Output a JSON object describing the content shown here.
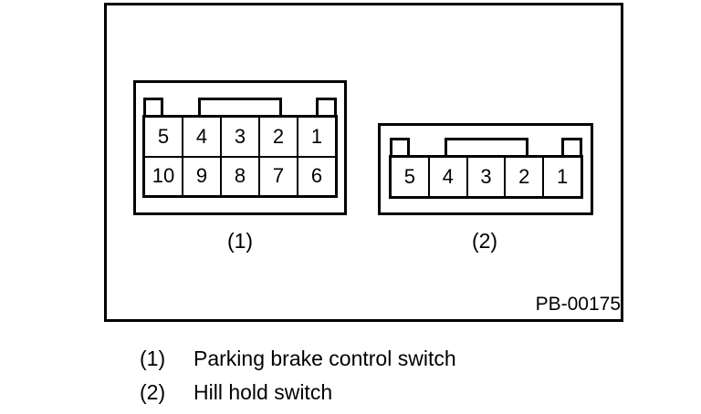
{
  "figure": {
    "code": "PB-00175",
    "connectors": [
      {
        "label": "(1)",
        "rows": [
          [
            "5",
            "4",
            "3",
            "2",
            "1"
          ],
          [
            "10",
            "9",
            "8",
            "7",
            "6"
          ]
        ]
      },
      {
        "label": "(2)",
        "rows": [
          [
            "5",
            "4",
            "3",
            "2",
            "1"
          ]
        ]
      }
    ]
  },
  "legend": [
    {
      "ref": "(1)",
      "text": "Parking brake control switch"
    },
    {
      "ref": "(2)",
      "text": "Hill hold switch"
    }
  ]
}
